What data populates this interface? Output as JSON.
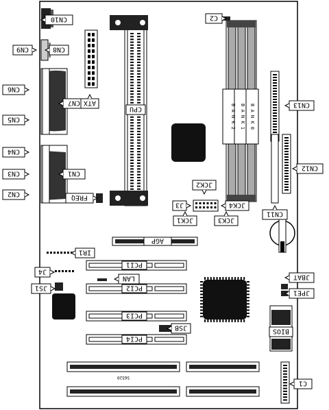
{
  "labels": {
    "cn10": "CN10",
    "cn9": "CN9",
    "cn8": "CN8",
    "cn6": "CN6",
    "cn7": "CN7",
    "cn5": "CN5",
    "cn4": "CN4",
    "cn3": "CN3",
    "cn1": "CN1",
    "cn2": "CN2",
    "atx": "ATX",
    "cpu": "CPU",
    "freq": "FREQ",
    "c2": "C2",
    "cn13": "CN13",
    "cn12": "CN12",
    "cn11": "CN11",
    "jck2": "JCK2",
    "jck4": "JCK4",
    "jck1": "JCK1",
    "jck3": "JCK3",
    "j3": "J3",
    "agp": "AGP",
    "ir1": "IR1",
    "pci1": "PCI1",
    "lan": "LAN",
    "pci2": "PCI2",
    "pci3": "PCI3",
    "pci4": "PCI4",
    "j4": "J4",
    "js1": "JS1",
    "jsb": "JSB",
    "jbat": "JBAT",
    "jpe1": "JPE1",
    "bios": "BIOS",
    "c1": "C1",
    "model": "56520",
    "bank2": "BANK2",
    "bank1": "BANK1",
    "bank0": "BANK0"
  },
  "colors": {
    "ink": "#000000",
    "chip": "#1a1a1a",
    "paper": "#ffffff",
    "dim": "#9a9a9a"
  }
}
